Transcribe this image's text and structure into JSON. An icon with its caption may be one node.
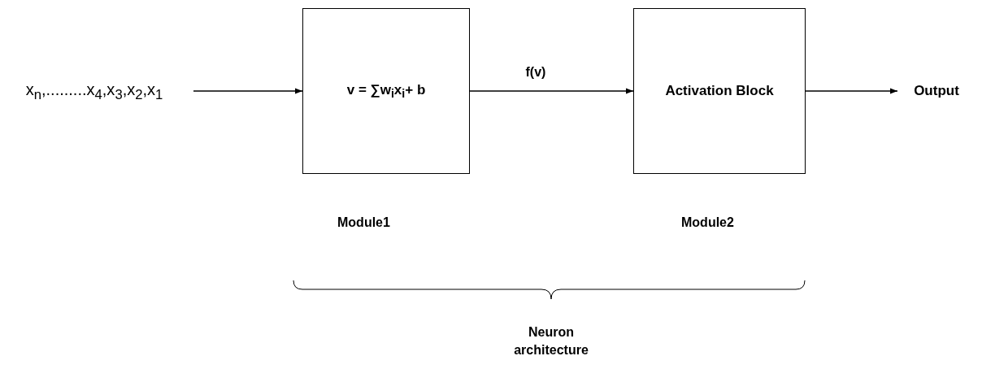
{
  "diagram": {
    "nodes": [
      {
        "text": [
          "x$_{n}$,.........x$_{4}$,x$_{3}$,x$_{2}$,x$_{1}$"
        ]
      },
      {
        "text": [
          "v = ∑w$_{i}$x$_{i}$+ b"
        ],
        "beside": [
          "Module1"
        ]
      },
      {
        "text": [
          "Activation Block"
        ],
        "beside": [
          "Module2"
        ]
      },
      {
        "text": [
          "Output"
        ]
      }
    ],
    "edges": [
      {
        "from": 0,
        "to": 1,
        "arrow": "to"
      },
      {
        "from": 1,
        "to": 2,
        "arrow": "to",
        "label": "f(v)"
      },
      {
        "from": 2,
        "to": 3,
        "arrow": "to"
      }
    ],
    "labels": [
      "Neuron architecture"
    ]
  }
}
